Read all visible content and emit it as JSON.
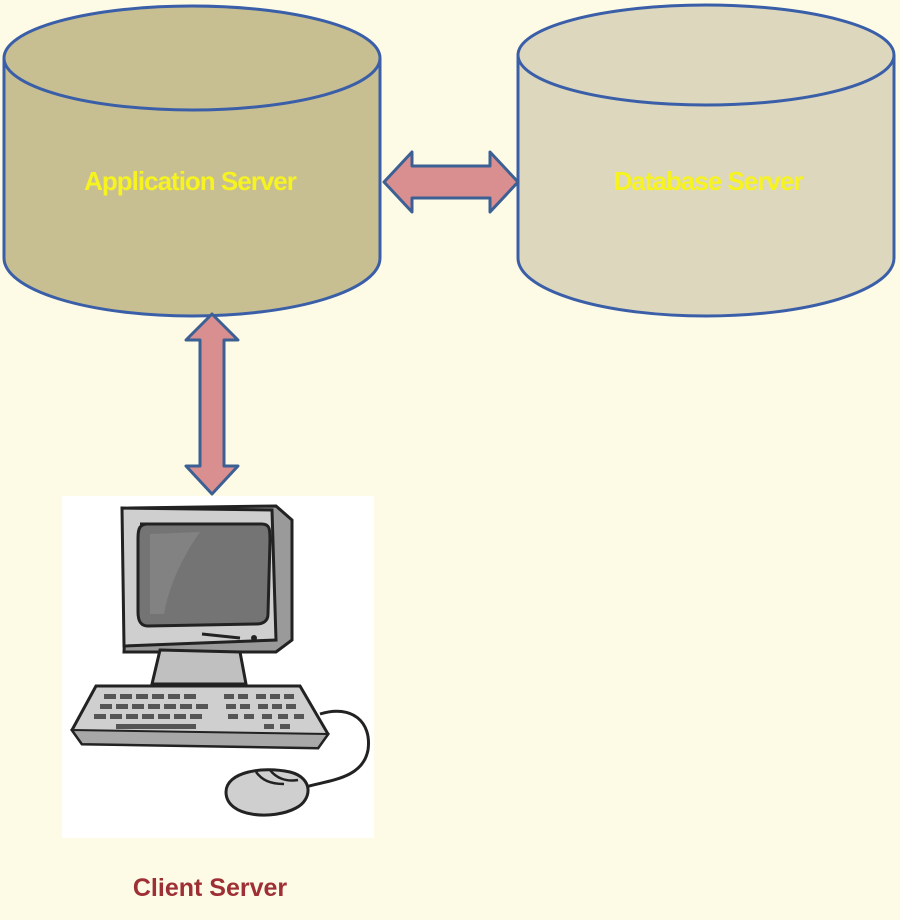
{
  "nodes": {
    "application_server": {
      "label": "Application Server",
      "fill": "#c7bf92",
      "stroke": "#3a5fa8",
      "label_color": "#f6f321"
    },
    "database_server": {
      "label": "Database Server",
      "fill": "#ddd8bd",
      "stroke": "#3a5fa8",
      "label_color": "#f6f321"
    },
    "client": {
      "label": "Client Server",
      "label_color": "#9e2f35",
      "icon": "desktop-computer-icon"
    }
  },
  "connectors": {
    "app_db": {
      "type": "double-arrow",
      "fill": "#d98f8f",
      "stroke": "#3c5f94"
    },
    "app_client": {
      "type": "double-arrow",
      "fill": "#d98f8f",
      "stroke": "#3c5f94"
    }
  }
}
